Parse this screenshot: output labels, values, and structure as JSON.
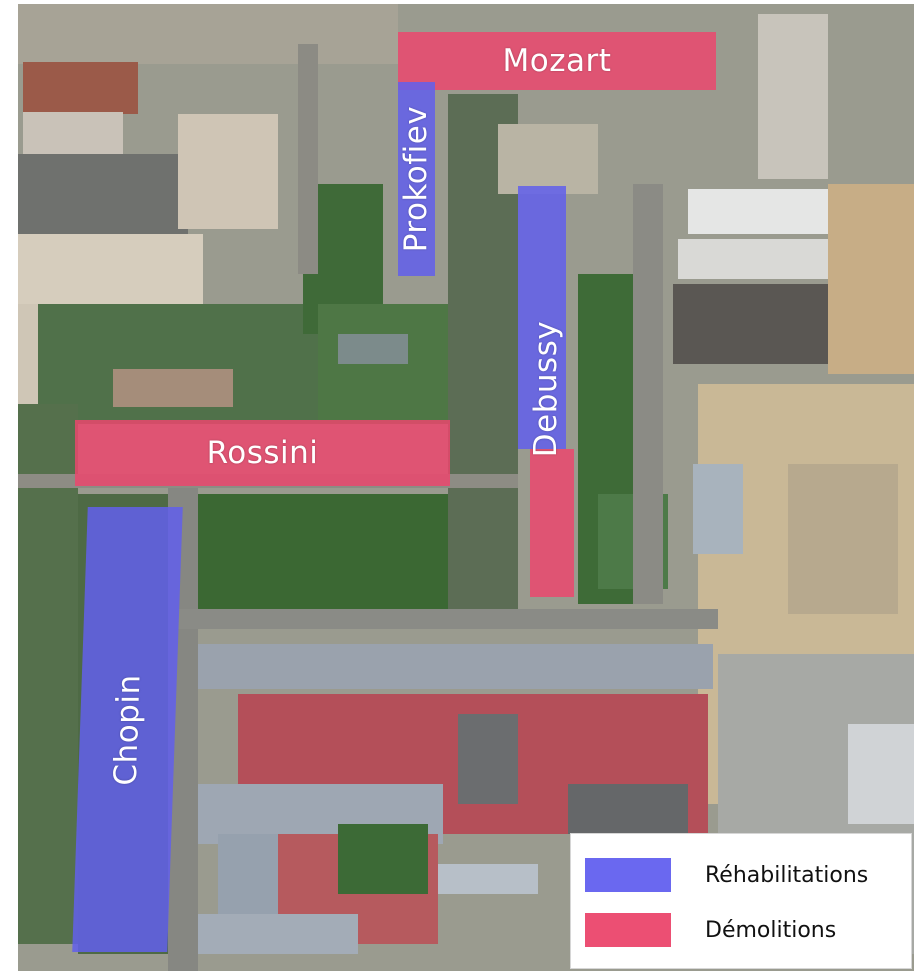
{
  "map": {
    "buildings": [
      {
        "label": "Mozart",
        "category": "demolition"
      },
      {
        "label": "Prokofiev",
        "category": "rehabilitation"
      },
      {
        "label": "Debussy",
        "category": "rehabilitation"
      },
      {
        "label": "Rossini",
        "category": "demolition"
      },
      {
        "label": "Chopin",
        "category": "rehabilitation"
      }
    ]
  },
  "legend": {
    "items": [
      {
        "label": "Réhabilitations",
        "color": "#6a68f0"
      },
      {
        "label": "Démolitions",
        "color": "#ec4f73"
      }
    ]
  },
  "colors": {
    "rehabilitation": "#6260eb",
    "demolition": "#ec466e"
  }
}
